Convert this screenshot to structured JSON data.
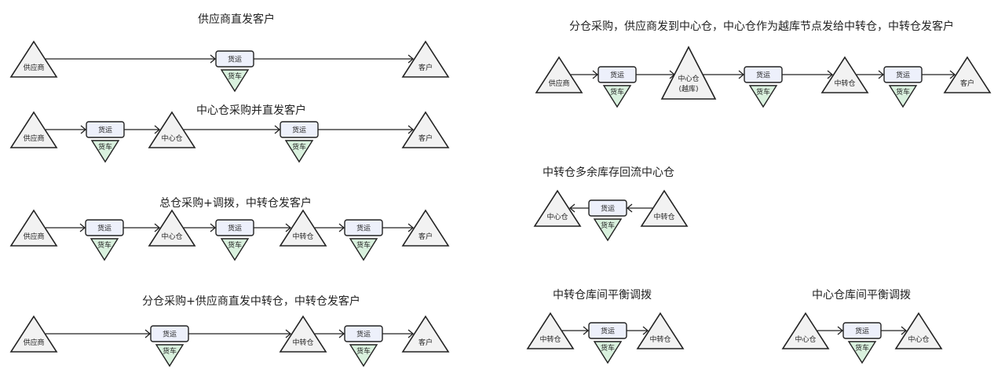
{
  "diagrams": [
    {
      "title": "供应商直发客户",
      "items": [
        {
          "type": "node",
          "label": "供应商"
        },
        {
          "type": "freight",
          "label": "货运",
          "truck": "货车"
        },
        {
          "type": "node",
          "label": "客户"
        }
      ]
    },
    {
      "title": "中心仓采购并直发客户",
      "items": [
        {
          "type": "node",
          "label": "供应商"
        },
        {
          "type": "freight",
          "label": "货运",
          "truck": "货车"
        },
        {
          "type": "node",
          "label": "中心仓"
        },
        {
          "type": "freight",
          "label": "货运",
          "truck": "货车"
        },
        {
          "type": "node",
          "label": "客户"
        }
      ]
    },
    {
      "title": "总仓采购+调拨，中转仓发客户",
      "items": [
        {
          "type": "node",
          "label": "供应商"
        },
        {
          "type": "freight",
          "label": "货运",
          "truck": "货车"
        },
        {
          "type": "node",
          "label": "中心仓"
        },
        {
          "type": "freight",
          "label": "货运",
          "truck": "货车"
        },
        {
          "type": "node",
          "label": "中转仓"
        },
        {
          "type": "freight",
          "label": "货运",
          "truck": "货车"
        },
        {
          "type": "node",
          "label": "客户"
        }
      ]
    },
    {
      "title": "分仓采购+供应商直发中转仓，中转仓发客户",
      "items": [
        {
          "type": "node",
          "label": "供应商"
        },
        {
          "type": "freight",
          "label": "货运",
          "truck": "货车"
        },
        {
          "type": "node",
          "label": "中转仓"
        },
        {
          "type": "freight",
          "label": "货运",
          "truck": "货车"
        },
        {
          "type": "node",
          "label": "客户"
        }
      ]
    },
    {
      "title": "分仓采购，供应商发到中心仓，中心仓作为越库节点发给中转仓，中转仓发客户",
      "items": [
        {
          "type": "node",
          "label": "供应商"
        },
        {
          "type": "freight",
          "label": "货运",
          "truck": "货车"
        },
        {
          "type": "bignode",
          "label": "中心仓",
          "sublabel": "(越库)"
        },
        {
          "type": "freight",
          "label": "货运",
          "truck": "货车"
        },
        {
          "type": "node",
          "label": "中转仓"
        },
        {
          "type": "freight",
          "label": "货运",
          "truck": "货车"
        },
        {
          "type": "node",
          "label": "客户"
        }
      ]
    },
    {
      "title": "中转仓多余库存回流中心仓",
      "items": [
        {
          "type": "node",
          "label": "中转仓"
        },
        {
          "type": "freight",
          "label": "货运",
          "truck": "货车"
        },
        {
          "type": "node",
          "label": "中心仓"
        }
      ]
    },
    {
      "title": "中转仓库间平衡调拨",
      "items": [
        {
          "type": "node",
          "label": "中转仓"
        },
        {
          "type": "freight",
          "label": "货运",
          "truck": "货车"
        },
        {
          "type": "node",
          "label": "中转仓"
        }
      ]
    },
    {
      "title": "中心仓库间平衡调拨",
      "items": [
        {
          "type": "node",
          "label": "中心仓"
        },
        {
          "type": "freight",
          "label": "货运",
          "truck": "货车"
        },
        {
          "type": "node",
          "label": "中心仓"
        }
      ]
    }
  ]
}
